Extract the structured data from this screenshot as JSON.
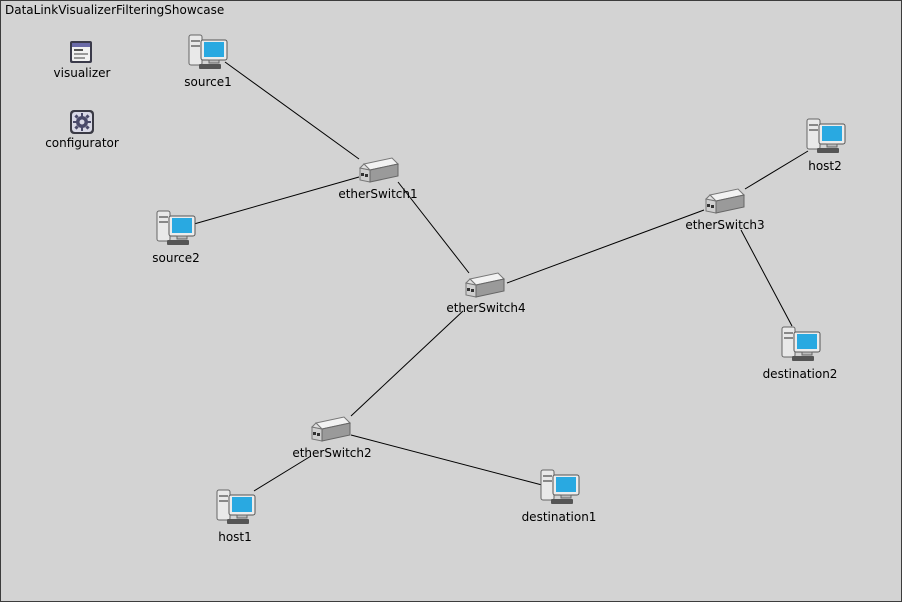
{
  "network": {
    "title": "DataLinkVisualizerFilteringShowcase"
  },
  "modules": {
    "visualizer": {
      "label": "visualizer",
      "icon": "visualizer-window-icon"
    },
    "configurator": {
      "label": "configurator",
      "icon": "gear-icon"
    }
  },
  "nodes": {
    "source1": {
      "label": "source1",
      "icon": "computer-icon"
    },
    "source2": {
      "label": "source2",
      "icon": "computer-icon"
    },
    "host1": {
      "label": "host1",
      "icon": "computer-icon"
    },
    "host2": {
      "label": "host2",
      "icon": "computer-icon"
    },
    "destination1": {
      "label": "destination1",
      "icon": "computer-icon"
    },
    "destination2": {
      "label": "destination2",
      "icon": "computer-icon"
    },
    "etherSwitch1": {
      "label": "etherSwitch1",
      "icon": "switch-icon"
    },
    "etherSwitch2": {
      "label": "etherSwitch2",
      "icon": "switch-icon"
    },
    "etherSwitch3": {
      "label": "etherSwitch3",
      "icon": "switch-icon"
    },
    "etherSwitch4": {
      "label": "etherSwitch4",
      "icon": "switch-icon"
    }
  },
  "links": [
    [
      "source1",
      "etherSwitch1"
    ],
    [
      "source2",
      "etherSwitch1"
    ],
    [
      "etherSwitch1",
      "etherSwitch4"
    ],
    [
      "etherSwitch4",
      "etherSwitch3"
    ],
    [
      "etherSwitch3",
      "host2"
    ],
    [
      "etherSwitch3",
      "destination2"
    ],
    [
      "etherSwitch4",
      "etherSwitch2"
    ],
    [
      "etherSwitch2",
      "host1"
    ],
    [
      "etherSwitch2",
      "destination1"
    ]
  ],
  "colors": {
    "canvas_bg": "#d3d3d3",
    "link": "#000000",
    "screen": "#29a9e1",
    "device_body": "#e9e9e9"
  }
}
